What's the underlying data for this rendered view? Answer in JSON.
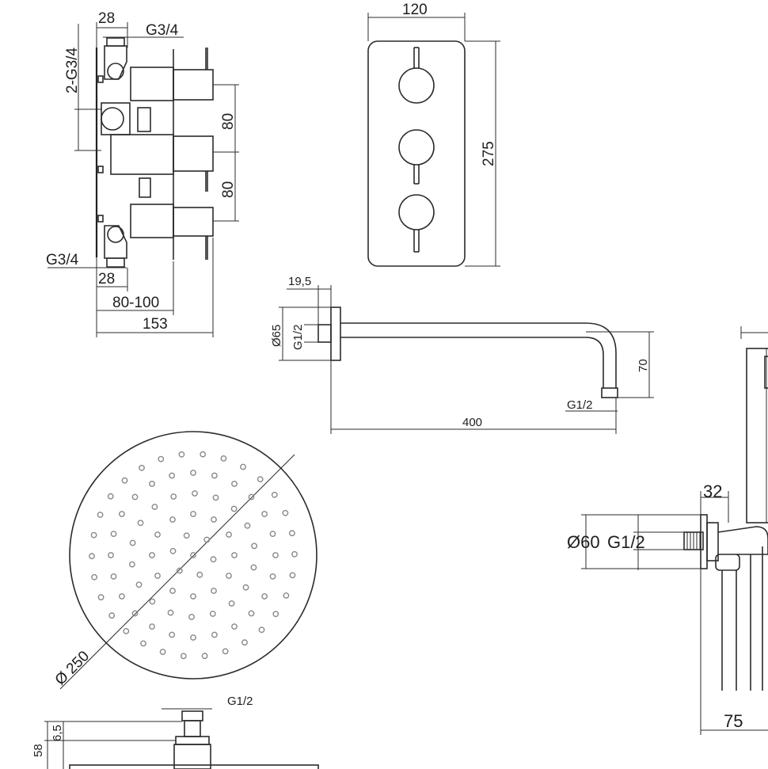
{
  "labels": {
    "valve_top_width": "28",
    "valve_top_thread": "G3/4",
    "valve_side_thread": "2-G3/4",
    "valve_spacing_1": "80",
    "valve_spacing_2": "80",
    "valve_bottom_thread": "G3/4",
    "valve_bottom_width": "28",
    "valve_depth_range": "80-100",
    "valve_total_depth": "153",
    "plate_width": "120",
    "plate_height": "275",
    "arm_flange_depth": "19,5",
    "arm_flange_diameter": "Ø65",
    "arm_wall_thread": "G1/2",
    "arm_drop": "70",
    "arm_outlet_thread": "G1/2",
    "arm_length": "400",
    "head_diameter": "Ø 250",
    "head_inlet_thread": "G1/2",
    "head_height_total": "58",
    "head_height_plate": "6,5",
    "elbow_depth": "32",
    "elbow_flange_diameter": "Ø60",
    "elbow_thread": "G1/2",
    "elbow_width": "75"
  }
}
